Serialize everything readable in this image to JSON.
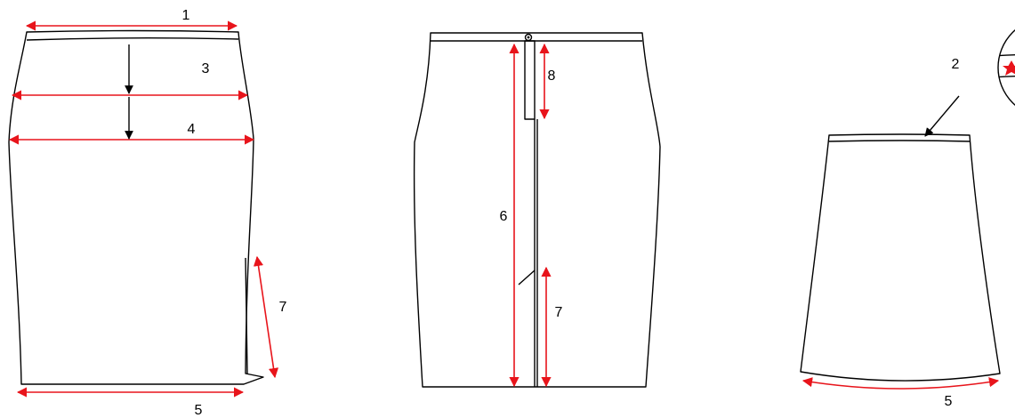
{
  "colors": {
    "outline": "#000000",
    "measure": "#e8141b",
    "arrow": "#000000"
  },
  "labels": {
    "m1": "1",
    "m2": "2",
    "m3": "3",
    "m4": "4",
    "m5_front": "5",
    "m5_side": "5",
    "m6": "6",
    "m7_front": "7",
    "m7_back": "7",
    "m8": "8"
  }
}
